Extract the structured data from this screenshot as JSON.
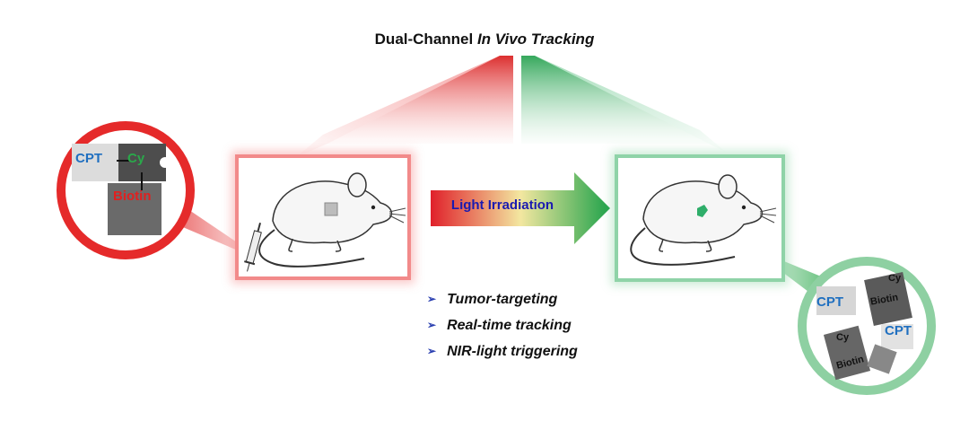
{
  "title": {
    "prefix": "Dual-Channel ",
    "italic": "In Vivo Tracking"
  },
  "arrow": {
    "label": "Light Irradiation"
  },
  "bullets": [
    {
      "marker": "➢",
      "text": "Tumor-targeting"
    },
    {
      "marker": "➢",
      "text": "Real-time tracking"
    },
    {
      "marker": "➢",
      "text": "NIR-light triggering"
    }
  ],
  "left_circle": {
    "cpt": "CPT",
    "cy": "Cy",
    "biotin": "Biotin"
  },
  "right_circle": {
    "cpt1": "CPT",
    "cpt2": "CPT",
    "cy1": "Cy",
    "biotin1": "Biotin",
    "cy2": "Cy",
    "biotin2": "Biotin"
  },
  "colors": {
    "red": "#e02020",
    "green": "#2aa84a",
    "cpt_blue": "#1f6fc0",
    "arrow_text": "#1a1ab0"
  }
}
